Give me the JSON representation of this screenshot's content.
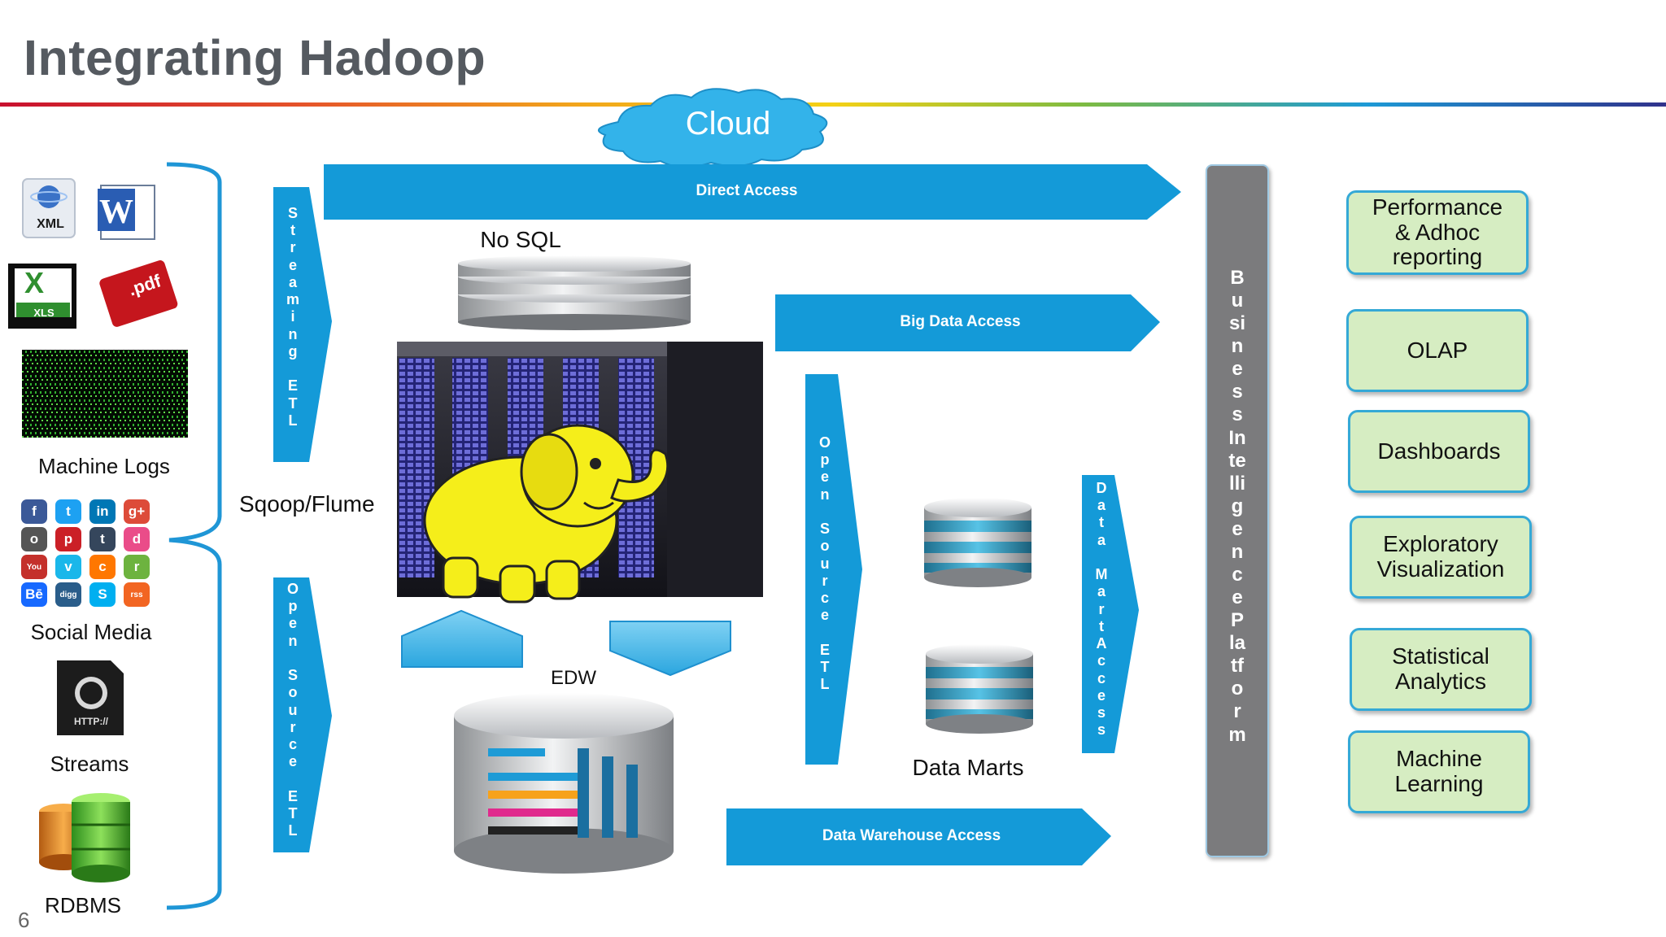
{
  "title": "Integrating Hadoop",
  "page_number": "6",
  "cloud_label": "Cloud",
  "sources": {
    "xml_label": "XML",
    "xls_label": "XLS",
    "pdf_label": ".pdf",
    "http_label": "HTTP://",
    "machine_logs": "Machine Logs",
    "social_media": "Social Media",
    "streams": "Streams",
    "rdbms": "RDBMS"
  },
  "social_icons": [
    "f",
    "t",
    "in",
    "g+",
    "o",
    "p",
    "t",
    "d",
    "You",
    "v",
    "c",
    "r",
    "Bē",
    "digg",
    "S",
    "rss"
  ],
  "sqoop_flume": "Sqoop/Flume",
  "streaming_etl": "S\nt\nr\ne\na\nm\ni\nn\ng\n \nE\nT\nL",
  "open_source_etl_left": "O\np\ne\nn\n \nS\no\nu\nr\nc\ne\n \nE\nT\nL",
  "open_source_etl_mid": "O\np\ne\nn\n \nS\no\nu\nr\nc\ne\n \nE\nT\nL",
  "data_mart_access": "D\na\nt\na\n \nM\na\nr\nt\nA\nc\nc\ne\ns\ns",
  "direct_access": "Direct Access",
  "big_data_access": "Big Data Access",
  "data_warehouse_access": "Data Warehouse Access",
  "nosql_label": "No SQL",
  "edw_label": "EDW",
  "data_marts_label": "Data Marts",
  "bi_platform": "B\nu\nsi\nn\ne\ns\ns\nIn\nte\nlli\ng\ne\nn\nc\ne\nP\nla\ntf\no\nr\nm",
  "outputs": [
    "Performance\n& Adhoc\nreporting",
    "OLAP",
    "Dashboards",
    "Exploratory\nVisualization",
    "Statistical\nAnalytics",
    "Machine\nLearning"
  ],
  "colors": {
    "arrow_blue": "#149ad8",
    "output_fill": "#d6edc2",
    "output_border": "#35a9d6",
    "bi_gray": "#7b7b7d",
    "title_gray": "#555a60"
  }
}
